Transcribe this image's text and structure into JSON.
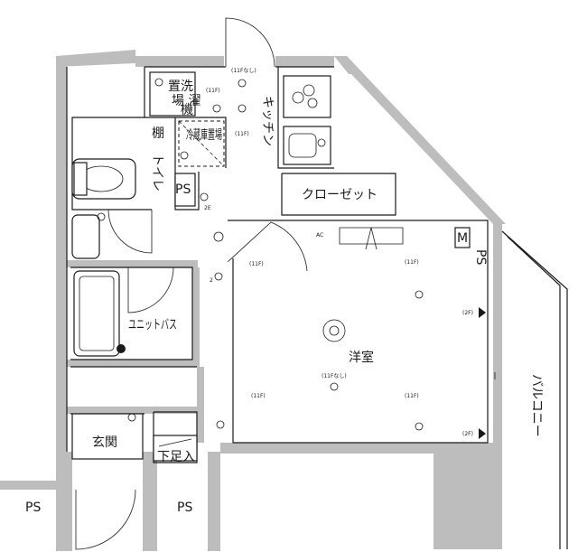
{
  "rooms": {
    "laundry": "洗濯機置場",
    "fridge": "冷蔵庫置場",
    "toilet": "トイレ",
    "shelf": "棚",
    "ps_toilet": "PS",
    "kitchen": "キッチン",
    "closet": "クローゼット",
    "bath": "ユニットバス",
    "western": "洋室",
    "balcony": "バルコニー",
    "entrance": "玄関",
    "shoe": "下足入",
    "ps_left": "PS",
    "ps_mid": "PS",
    "ps_right": "PS",
    "meter": "M"
  },
  "notes": {
    "k_11f_nashi": "(11Fなし)",
    "k_11f_a": "(11F)",
    "k_11f_b": "(11F)",
    "hall_11f": "(11F)",
    "room_11f_a": "(11F)",
    "room_11f_b": "(11F)",
    "room_11f_c": "(11F)",
    "room_11f_nashi": "(11Fなし)",
    "wall_2f_a": "(2F)",
    "wall_2f_b": "(2F)",
    "ac": "AC",
    "tv_2e": "2E",
    "ph_2": "2"
  },
  "colors": {
    "wall": "#bdbdbd",
    "line": "#1a1a1a",
    "background": "#ffffff"
  }
}
